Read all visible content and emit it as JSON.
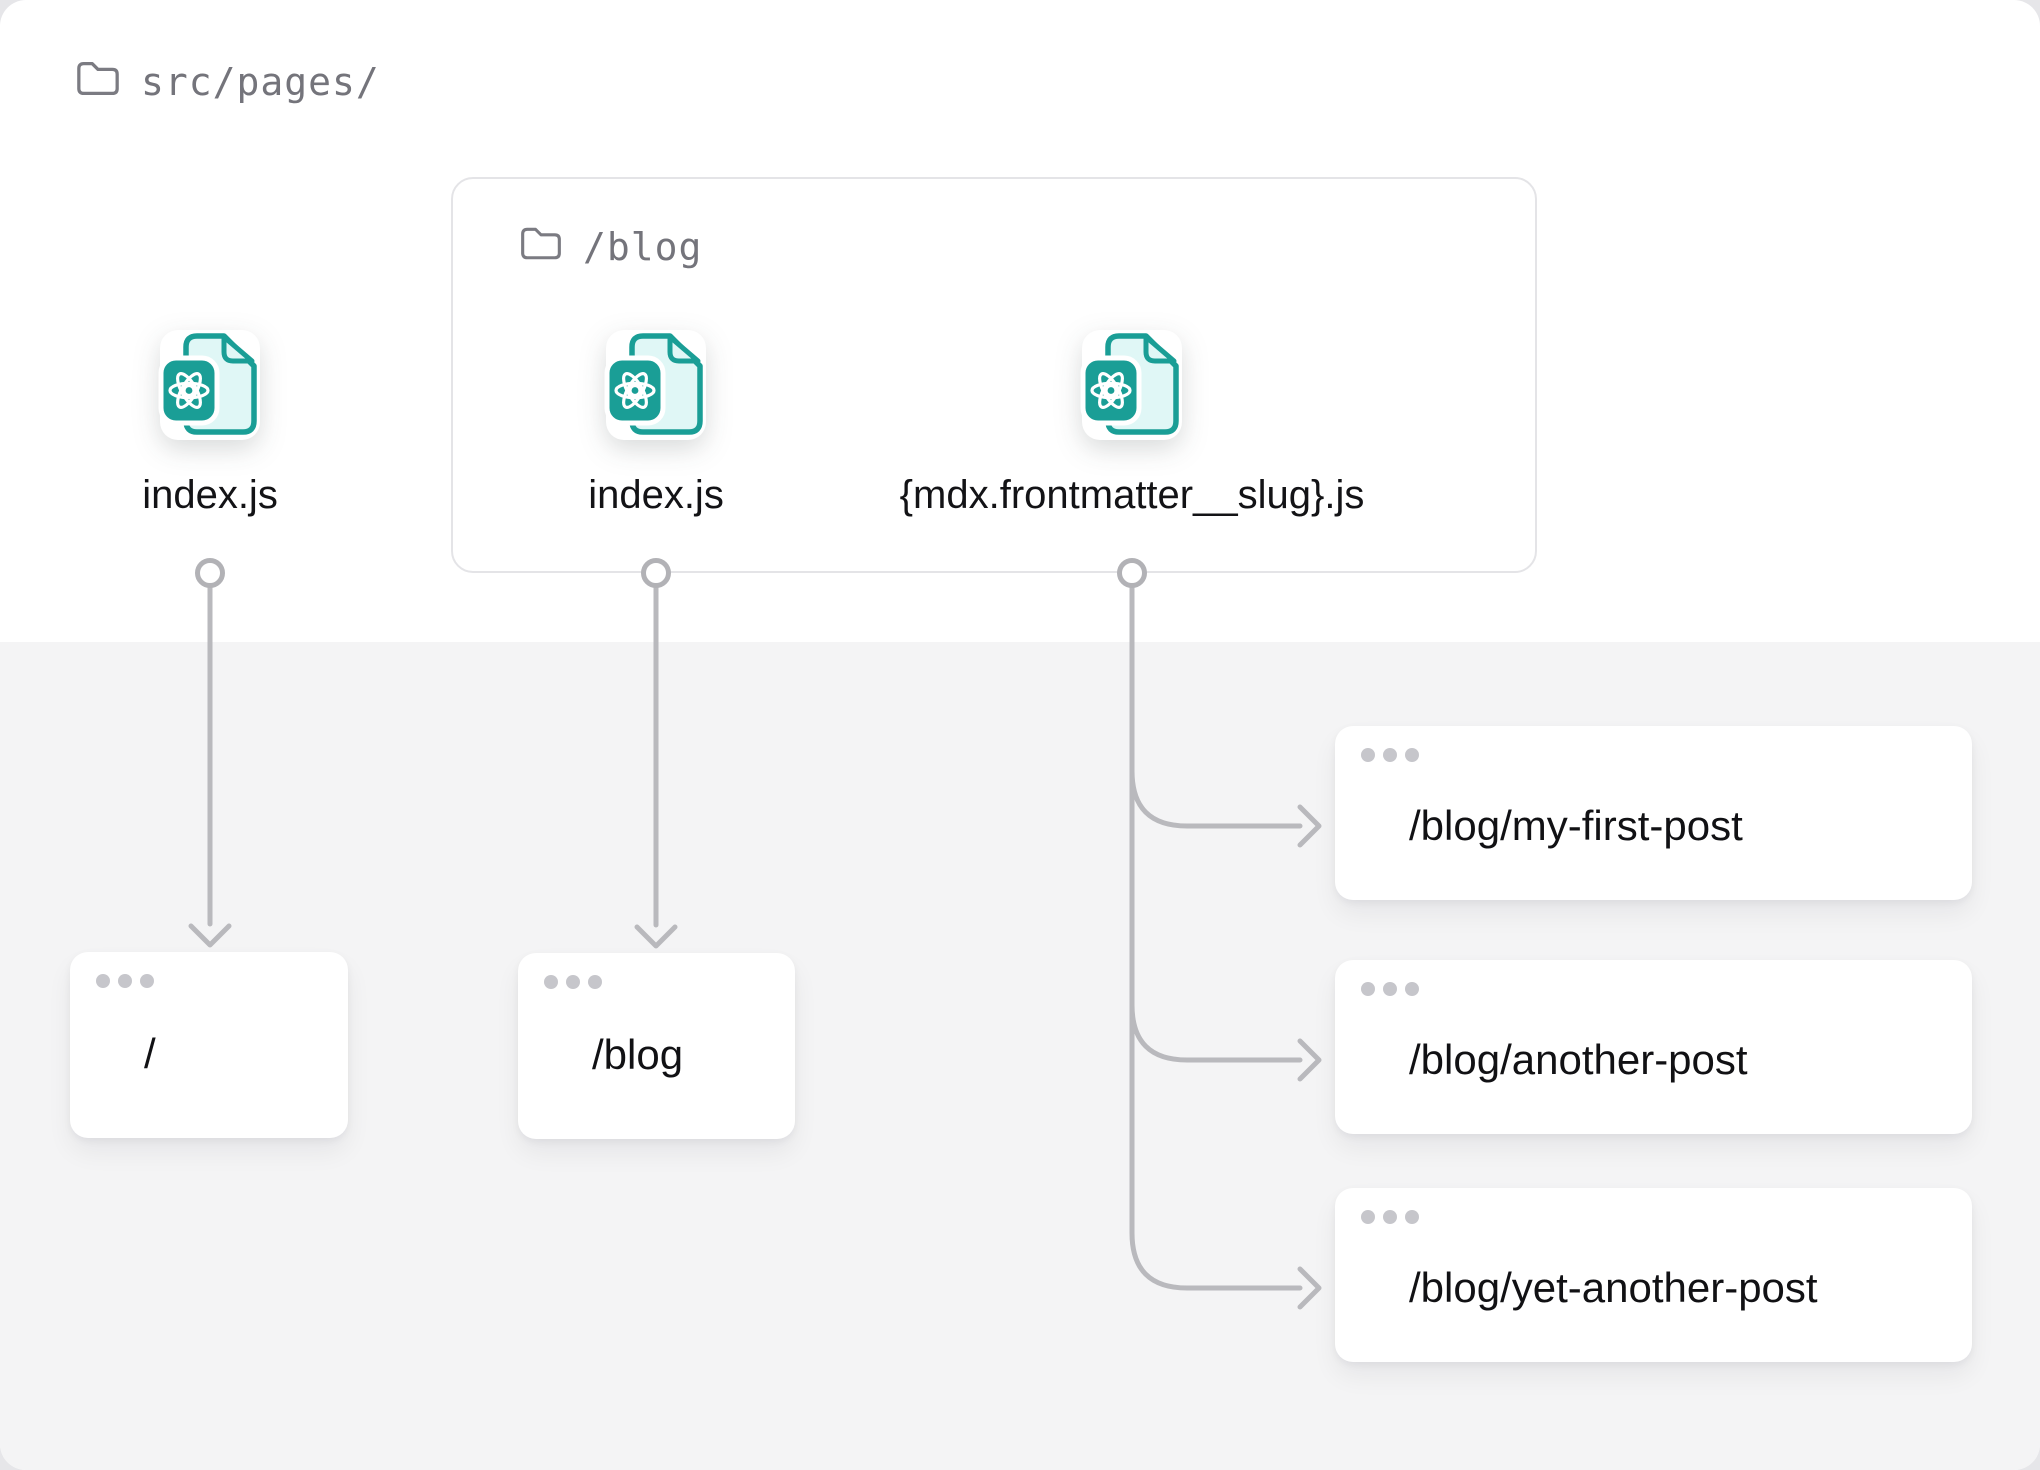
{
  "src_folder": {
    "label": "src/pages/"
  },
  "blog_folder": {
    "label": "/blog"
  },
  "files": [
    {
      "label": "index.js"
    },
    {
      "label": "index.js"
    },
    {
      "label": "{mdx.frontmatter__slug}.js"
    }
  ],
  "routes": [
    {
      "label": "/"
    },
    {
      "label": "/blog"
    },
    {
      "label": "/blog/my-first-post"
    },
    {
      "label": "/blog/another-post"
    },
    {
      "label": "/blog/yet-another-post"
    }
  ],
  "colors": {
    "teal": "#1A9E96",
    "file_fill": "#E0F7F6",
    "connector_gray": "#B9B9BD",
    "muted_text": "#74747B",
    "dark_text": "#131316",
    "bottom_section_bg": "#F4F4F5",
    "box_border": "#E4E4E7",
    "window_dot": "#C6C6CB"
  }
}
